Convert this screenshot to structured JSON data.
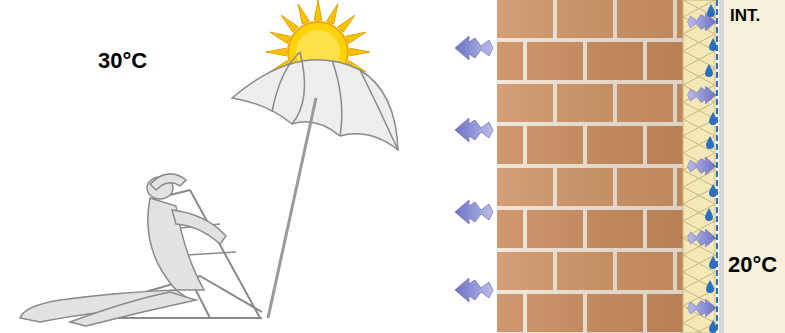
{
  "diagram": {
    "labels": [
      "30°C",
      "INT.",
      "20°C"
    ]
  }
}
